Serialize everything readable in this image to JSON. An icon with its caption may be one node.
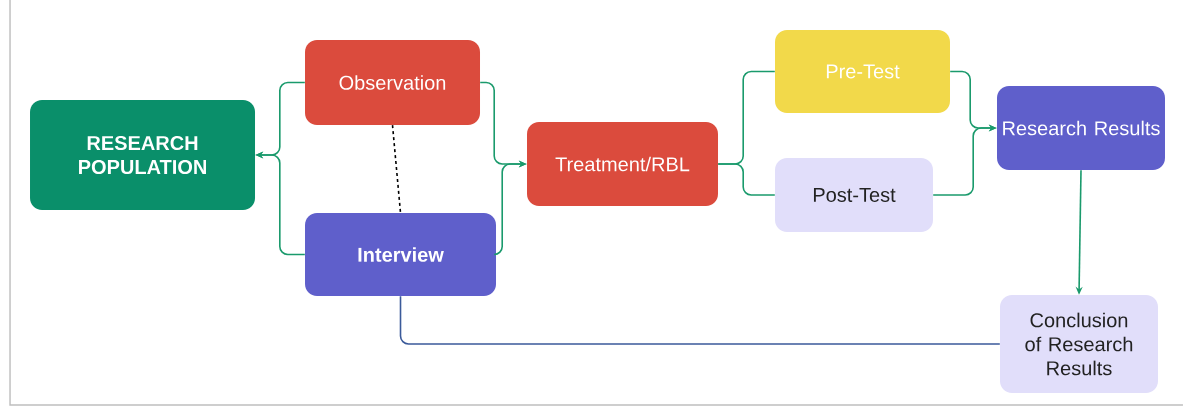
{
  "diagram": {
    "nodes": [
      {
        "text": [
          "RESEARCH POPULATION"
        ]
      },
      {
        "text": [
          "Observation"
        ]
      },
      {
        "text": [
          "Interview"
        ]
      },
      {
        "text": [
          "Treatment/RBL"
        ]
      },
      {
        "text": [
          "Pre-Test"
        ]
      },
      {
        "text": [
          "Post-Test"
        ]
      },
      {
        "text": [
          "Research Results"
        ]
      },
      {
        "text": [
          "Conclusion of Research Results"
        ]
      }
    ],
    "edges": [
      {
        "from": 1,
        "to": 0,
        "arrow": "to"
      },
      {
        "from": 2,
        "to": 0,
        "arrow": "to"
      },
      {
        "from": 1,
        "to": 2,
        "arrow": "none",
        "style": "dashed",
        "color": "#000000"
      },
      {
        "from": 1,
        "to": 3,
        "arrow": "to"
      },
      {
        "from": 2,
        "to": 3,
        "arrow": "to"
      },
      {
        "from": 3,
        "to": 4,
        "arrow": "none"
      },
      {
        "from": 3,
        "to": 5,
        "arrow": "none"
      },
      {
        "from": 4,
        "to": 6,
        "arrow": "to"
      },
      {
        "from": 5,
        "to": 6,
        "arrow": "to"
      },
      {
        "from": 6,
        "to": 7,
        "arrow": "to"
      },
      {
        "from": 2,
        "to": 7,
        "arrow": "none",
        "color": "#3b5a9a"
      }
    ]
  }
}
